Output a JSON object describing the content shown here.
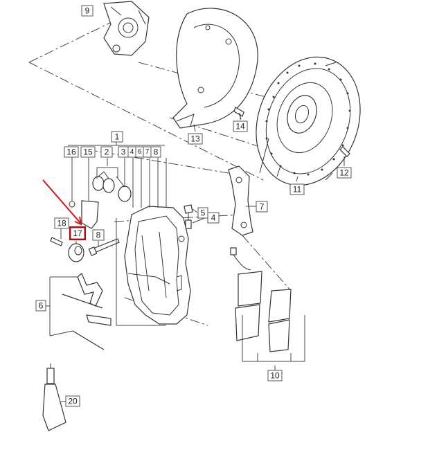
{
  "diagram": {
    "labels": {
      "l1": "1",
      "l2": "2",
      "l3": "3",
      "l4a": "4",
      "l4b": "4",
      "l5": "5",
      "l6a": "6",
      "l6b": "6",
      "l7a": "7",
      "l7b": "7",
      "l8a": "8",
      "l8b": "8",
      "l9": "9",
      "l10": "10",
      "l11": "11",
      "l12": "12",
      "l13": "13",
      "l14": "14",
      "l15": "15",
      "l16": "16",
      "l17": "17",
      "l18": "18",
      "l20": "20"
    },
    "highlighted_part": "17",
    "colors": {
      "highlight": "#cc0000",
      "arrow": "#dd1111",
      "line": "#333333"
    }
  }
}
